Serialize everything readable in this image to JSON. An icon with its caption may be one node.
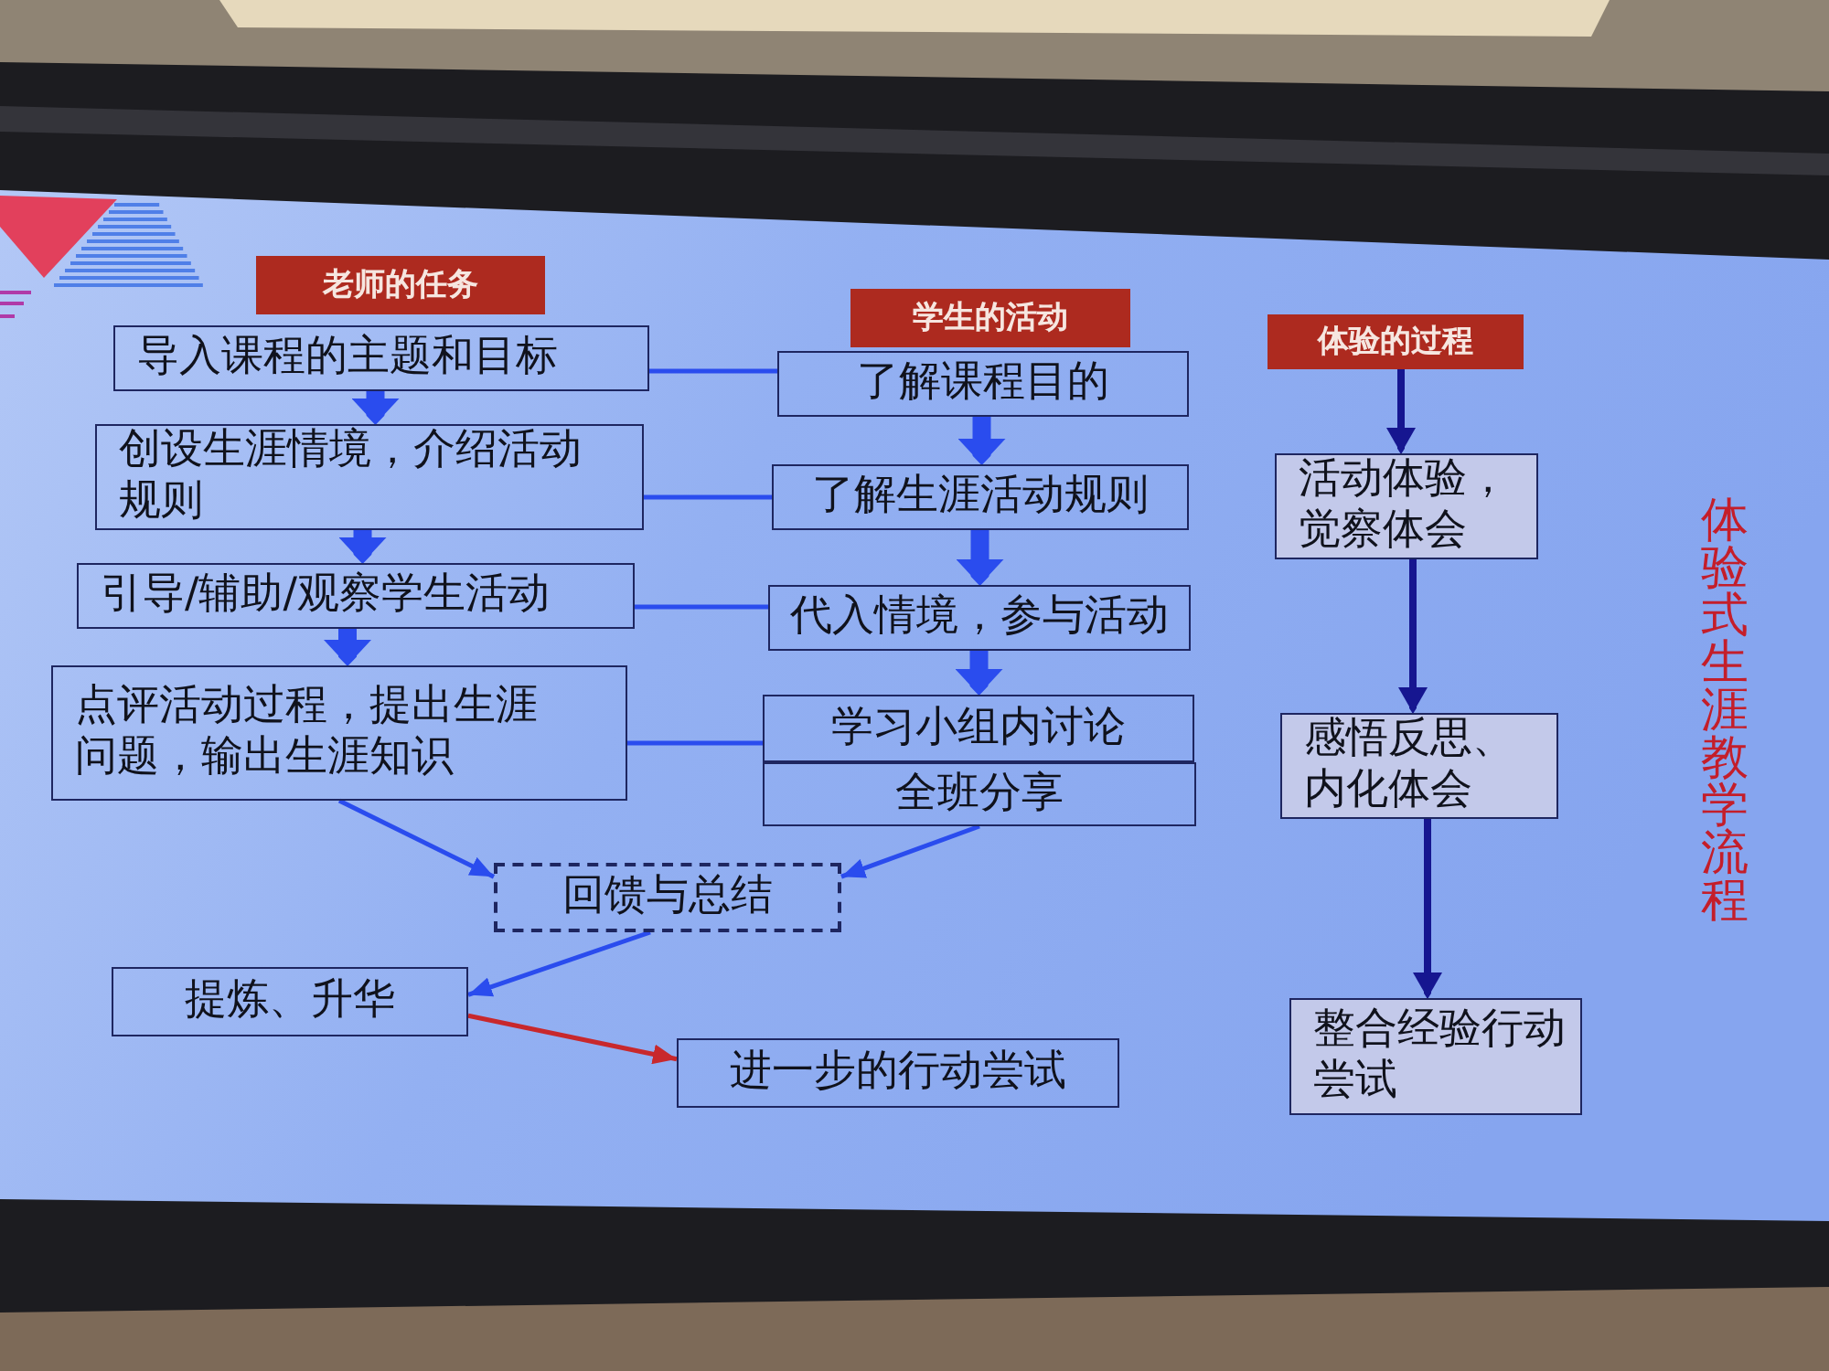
{
  "diagram": {
    "title": "体验式生涯教学流程",
    "nodes": [
      {
        "text": [
          "老师的任务"
        ]
      },
      {
        "text": [
          "学生的活动"
        ]
      },
      {
        "text": [
          "体验的过程"
        ]
      },
      {
        "text": [
          "导入课程的主题和目标"
        ]
      },
      {
        "text": [
          "了解课程目的"
        ]
      },
      {
        "text": [
          "创设生涯情境，介绍活动规则"
        ]
      },
      {
        "text": [
          "了解生涯活动规则"
        ]
      },
      {
        "text": [
          "引导/辅助/观察学生活动"
        ]
      },
      {
        "text": [
          "代入情境，参与活动"
        ]
      },
      {
        "text": [
          "点评活动过程，提出生涯问题，输出生涯知识"
        ]
      },
      {
        "text": [
          "学习小组内讨论"
        ]
      },
      {
        "text": [
          "全班分享"
        ]
      },
      {
        "text": [
          "回馈与总结"
        ]
      },
      {
        "text": [
          "提炼、升华"
        ]
      },
      {
        "text": [
          "进一步的行动尝试"
        ]
      },
      {
        "text": [
          "活动体验，觉察体会"
        ]
      },
      {
        "text": [
          "感悟反思、内化体会"
        ]
      },
      {
        "text": [
          "整合经验行动尝试"
        ]
      }
    ],
    "edges": [
      {
        "from": 3,
        "to": 5,
        "arrow": "to",
        "style": "thick"
      },
      {
        "from": 5,
        "to": 7,
        "arrow": "to",
        "style": "thick"
      },
      {
        "from": 7,
        "to": 9,
        "arrow": "to",
        "style": "thick"
      },
      {
        "from": 4,
        "to": 6,
        "arrow": "to",
        "style": "thick"
      },
      {
        "from": 6,
        "to": 8,
        "arrow": "to",
        "style": "thick"
      },
      {
        "from": 8,
        "to": 10,
        "arrow": "to",
        "style": "thick"
      },
      {
        "from": 3,
        "to": 4,
        "arrow": "none"
      },
      {
        "from": 5,
        "to": 6,
        "arrow": "none"
      },
      {
        "from": 7,
        "to": 8,
        "arrow": "none"
      },
      {
        "from": 9,
        "to": 10,
        "arrow": "none"
      },
      {
        "from": 9,
        "to": 12,
        "arrow": "to"
      },
      {
        "from": 11,
        "to": 12,
        "arrow": "to"
      },
      {
        "from": 12,
        "to": 13,
        "arrow": "to"
      },
      {
        "from": 13,
        "to": 14,
        "arrow": "to",
        "color": "#c8282c"
      },
      {
        "from": 2,
        "to": 15,
        "arrow": "to",
        "color": "#161690"
      },
      {
        "from": 15,
        "to": 16,
        "arrow": "to",
        "color": "#161690"
      },
      {
        "from": 16,
        "to": 17,
        "arrow": "to",
        "color": "#161690"
      }
    ]
  }
}
